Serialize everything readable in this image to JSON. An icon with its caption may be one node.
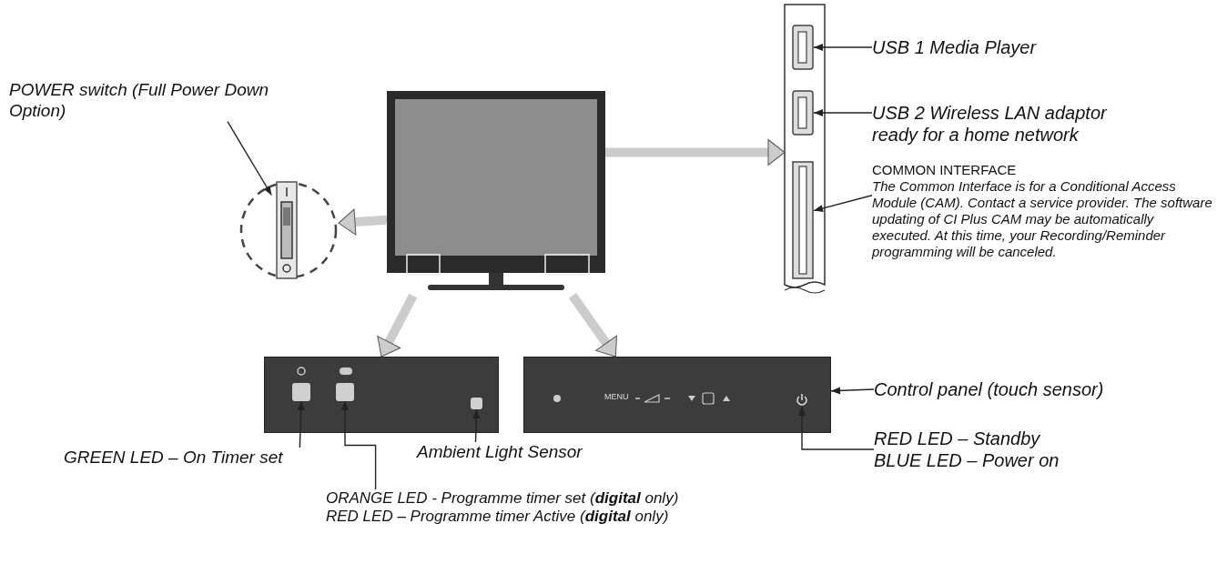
{
  "diagram": {
    "nodes": [
      {
        "text": [
          "POWER switch (Full Power Down Option)"
        ]
      },
      {
        "text": [],
        "shape": "circle"
      },
      {
        "text": [],
        "shape": "picture"
      },
      {
        "text": [],
        "shape": "bar"
      },
      {
        "text": [],
        "shape": "box",
        "in": 3
      },
      {
        "text": [],
        "shape": "box",
        "in": 3
      },
      {
        "text": [],
        "shape": "box",
        "in": 3
      },
      {
        "text": [
          "USB 1 Media Player"
        ]
      },
      {
        "text": [
          "USB 2 Wireless LAN adaptor ready for a home network"
        ]
      },
      {
        "text": [
          "COMMON INTERFACE",
          "The Common Interface is for a Conditional Access Module (CAM). Contact a service provider. The software updating of CI Plus CAM may be automatically executed. At this time, your Recording/Reminder programming will be canceled."
        ]
      },
      {
        "text": [],
        "shape": "box"
      },
      {
        "text": [],
        "shape": "box",
        "in": 10
      },
      {
        "text": [],
        "shape": "box",
        "in": 10
      },
      {
        "text": [],
        "shape": "box",
        "in": 10
      },
      {
        "text": [],
        "shape": "box"
      },
      {
        "text": [],
        "shape": "circle",
        "in": 14
      },
      {
        "text": [
          "Control panel (touch sensor)"
        ]
      },
      {
        "text": [
          "RED LED – Standby",
          "BLUE LED – Power on"
        ]
      },
      {
        "text": [
          "GREEN LED – On Timer set"
        ]
      },
      {
        "text": [
          "Ambient Light Sensor"
        ]
      },
      {
        "text": [
          "ORANGE LED - Programme timer set (**digital** only)",
          "RED LED – Programme timer Active (**digital** only)"
        ]
      }
    ],
    "edges": [
      {
        "from": 0,
        "to": 1,
        "arrow": "to"
      },
      {
        "from": 2,
        "to": 1,
        "arrow": "to",
        "style": "thick",
        "color": "#cccccc"
      },
      {
        "from": 2,
        "to": 3,
        "arrow": "to",
        "style": "thick",
        "color": "#cccccc"
      },
      {
        "from": 2,
        "to": 10,
        "arrow": "to",
        "style": "thick",
        "color": "#cccccc"
      },
      {
        "from": 2,
        "to": 14,
        "arrow": "to",
        "style": "thick",
        "color": "#cccccc"
      },
      {
        "from": 7,
        "to": 4,
        "arrow": "to"
      },
      {
        "from": 8,
        "to": 5,
        "arrow": "to"
      },
      {
        "from": 9,
        "to": 6,
        "arrow": "to"
      },
      {
        "from": 16,
        "to": 14,
        "arrow": "to"
      },
      {
        "from": 17,
        "to": 15,
        "arrow": "to"
      },
      {
        "from": 18,
        "to": 11,
        "arrow": "to"
      },
      {
        "from": 20,
        "to": 12,
        "arrow": "to"
      },
      {
        "from": 19,
        "to": 13,
        "arrow": "to"
      }
    ],
    "labels": [
      "MENU"
    ]
  }
}
